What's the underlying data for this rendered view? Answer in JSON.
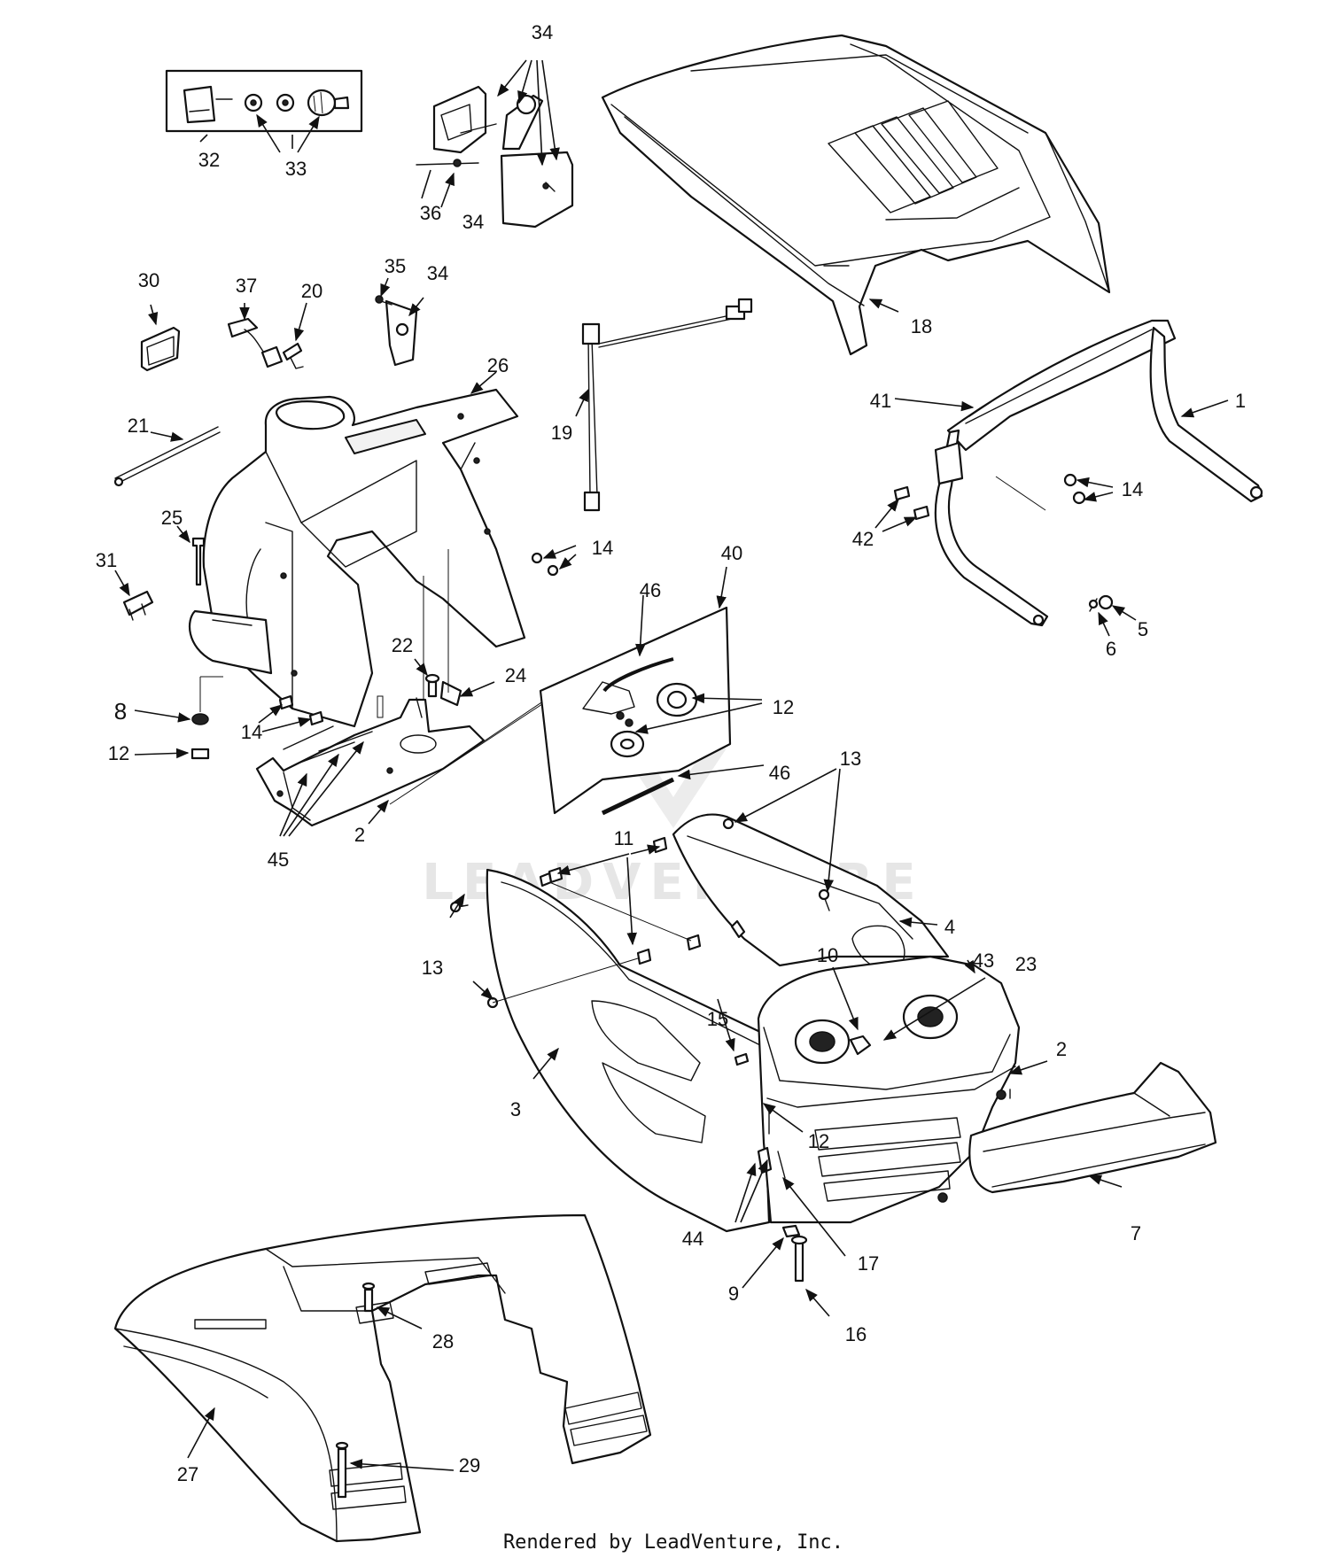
{
  "callouts": {
    "c1": "1",
    "c2a": "2",
    "c2b": "2",
    "c3": "3",
    "c4": "4",
    "c44": "44",
    "c5": "5",
    "c6": "6",
    "c7": "7",
    "c8": "8",
    "c9": "9",
    "c10": "10",
    "c11": "11",
    "c12a": "12",
    "c12b": "12",
    "c12c": "12",
    "c13a": "13",
    "c13b": "13",
    "c14a": "14",
    "c14b": "14",
    "c14c": "14",
    "c15": "15",
    "c16": "16",
    "c17": "17",
    "c18": "18",
    "c19": "19",
    "c20": "20",
    "c21": "21",
    "c22": "22",
    "c23": "23",
    "c24": "24",
    "c25": "25",
    "c26": "26",
    "c27": "27",
    "c28": "28",
    "c29": "29",
    "c30": "30",
    "c31": "31",
    "c32": "32",
    "c33": "33",
    "c34a": "34",
    "c34b": "34",
    "c34c": "34",
    "c35": "35",
    "c36": "36",
    "c37": "37",
    "c40": "40",
    "c41": "41",
    "c42": "42",
    "c43": "43",
    "c45": "45",
    "c46a": "46",
    "c46b": "46"
  },
  "watermark": "LEADVENTURE",
  "footer": "Rendered by LeadVenture, Inc."
}
